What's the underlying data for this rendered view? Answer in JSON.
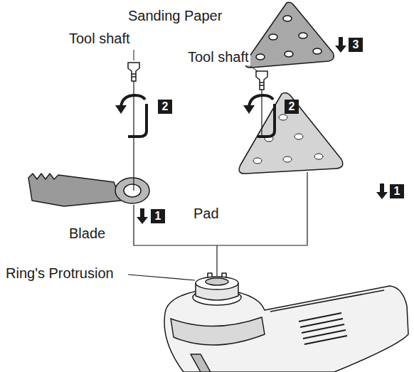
{
  "diagram": {
    "labels": [
      "Sanding Paper",
      "Tool shaft",
      "Tool shaft",
      "3",
      "2",
      "2",
      "Blade",
      "1",
      "Pad",
      "1",
      "Ring's Protrusion"
    ]
  }
}
